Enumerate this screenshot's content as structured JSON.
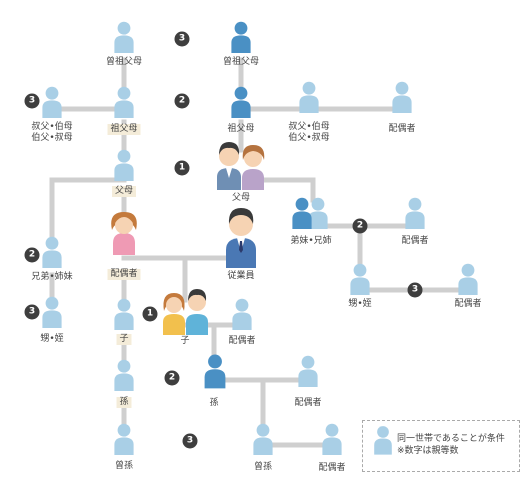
{
  "labels": {
    "great_grandparents_left": "曾祖父母",
    "great_grandparents_right": "曾祖父母",
    "uncle_aunt_left": "叔父•伯母\n伯父•叔母",
    "grandparents_left": "祖父母",
    "grandparents_right": "祖父母",
    "uncle_aunt_right": "叔父•伯母\n伯父•叔母",
    "spouse_uncle": "配偶者",
    "parents_left": "父母",
    "parents_right": "父母",
    "siblings_left": "兄弟•姉妹",
    "siblings_right": "弟妹•兄姉",
    "spouse_sibling": "配偶者",
    "nephew_niece_left": "甥•姪",
    "nephew_niece_right": "甥•姪",
    "spouse_nephew": "配偶者",
    "spouse_main": "配偶者",
    "employee": "従業員",
    "child_left": "子",
    "child_right": "子",
    "spouse_child": "配偶者",
    "grandchild_left": "孫",
    "grandchild_right": "孫",
    "spouse_grandchild": "配偶者",
    "great_grandchild_left": "曾孫",
    "great_grandchild_right": "曾孫",
    "spouse_great_grandchild": "配偶者"
  },
  "degrees": {
    "d_top": "3",
    "d_uncle_left": "3",
    "d_uncle_right": "2",
    "d_parents": "1",
    "d_siblings_left": "2",
    "d_sibling_spouse": "2",
    "d_nephew_left": "3",
    "d_nephew_right": "3",
    "d_child": "1",
    "d_grandchild": "2",
    "d_great_grandchild": "3"
  },
  "legend": {
    "line1": "同一世帯であることが条件",
    "line2": "※数字は親等数"
  },
  "colors": {
    "light_person": "#a9cfe6",
    "dark_person": "#4a90c4",
    "line": "#cfcfcf",
    "label_bg": "#f4ecd9",
    "degree_circle": "#3e3e3e"
  }
}
